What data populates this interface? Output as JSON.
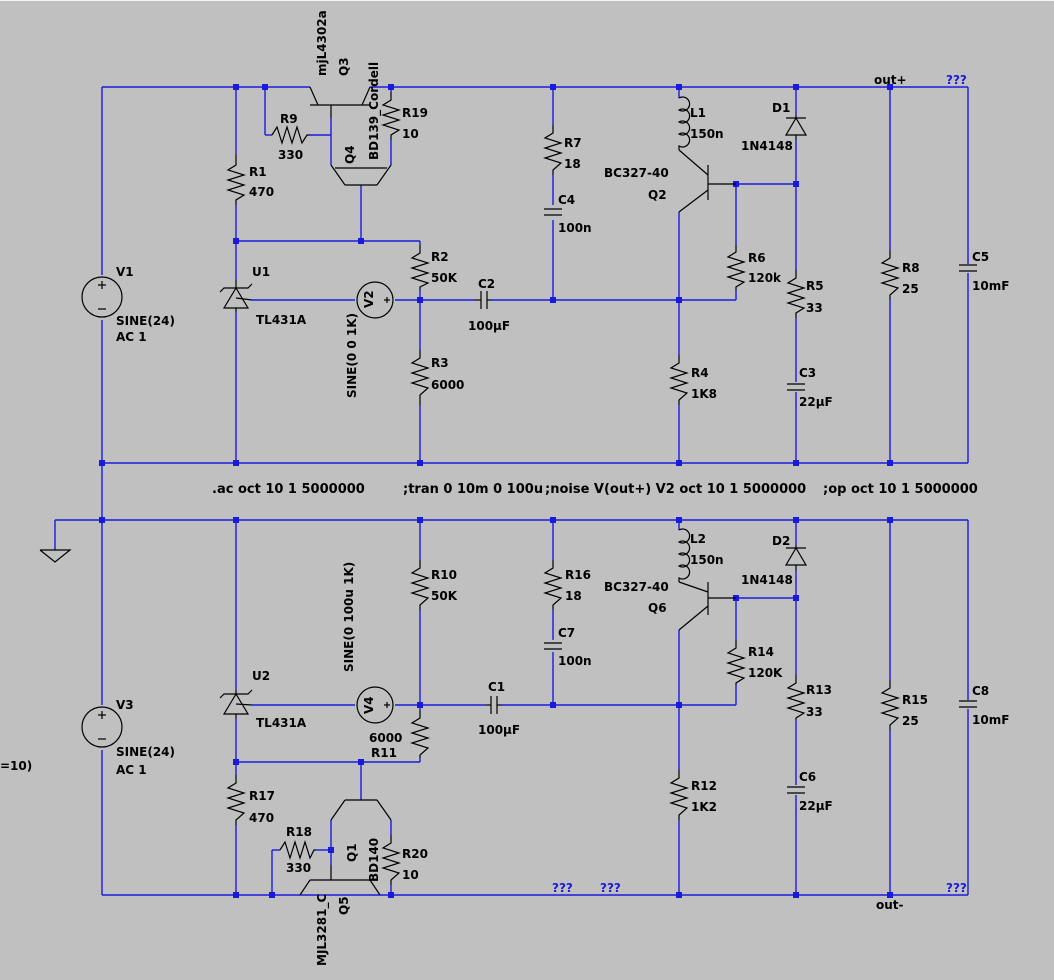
{
  "netlabels": {
    "out_plus": "out+",
    "out_minus": "out-",
    "unknown": "???"
  },
  "directives": {
    "ac": ".ac oct 10 1 5000000",
    "tran": ";tran 0 10m 0 100u",
    "noise": ";noise V(out+) V2 oct 10 1 5000000",
    "op": ";op oct 10 1 5000000",
    "cut": "=10)"
  },
  "components": {
    "V1": {
      "name": "V1",
      "value": "SINE(24)",
      "extra": "AC 1"
    },
    "V3": {
      "name": "V3",
      "value": "SINE(24)",
      "extra": "AC 1"
    },
    "V2": {
      "name": "V2",
      "value": "SINE(0 0 1K)"
    },
    "V4": {
      "name": "V4",
      "value": "SINE(0 100u 1K)"
    },
    "U1": {
      "name": "U1",
      "value": "TL431A"
    },
    "U2": {
      "name": "U2",
      "value": "TL431A"
    },
    "Q3": {
      "name": "Q3",
      "value": "mjL4302a"
    },
    "Q4": {
      "name": "Q4",
      "value": "BD139_Cordell"
    },
    "Q2": {
      "name": "Q2",
      "value": "BC327-40"
    },
    "Q6": {
      "name": "Q6",
      "value": "BC327-40"
    },
    "Q1": {
      "name": "Q1",
      "value": "BD140"
    },
    "Q5": {
      "name": "Q5",
      "value": "MJL3281_C"
    },
    "R1": {
      "name": "R1",
      "value": "470"
    },
    "R2": {
      "name": "R2",
      "value": "50K"
    },
    "R3": {
      "name": "R3",
      "value": "6000"
    },
    "R4": {
      "name": "R4",
      "value": "1K8"
    },
    "R5": {
      "name": "R5",
      "value": "33"
    },
    "R6": {
      "name": "R6",
      "value": "120k"
    },
    "R7": {
      "name": "R7",
      "value": "18"
    },
    "R8": {
      "name": "R8",
      "value": "25"
    },
    "R9": {
      "name": "R9",
      "value": "330"
    },
    "R10": {
      "name": "R10",
      "value": "50K"
    },
    "R11": {
      "name": "R11",
      "value": "6000"
    },
    "R12": {
      "name": "R12",
      "value": "1K2"
    },
    "R13": {
      "name": "R13",
      "value": "33"
    },
    "R14": {
      "name": "R14",
      "value": "120K"
    },
    "R15": {
      "name": "R15",
      "value": "25"
    },
    "R16": {
      "name": "R16",
      "value": "18"
    },
    "R17": {
      "name": "R17",
      "value": "470"
    },
    "R18": {
      "name": "R18",
      "value": "330"
    },
    "R19": {
      "name": "R19",
      "value": "10"
    },
    "R20": {
      "name": "R20",
      "value": "10"
    },
    "C1": {
      "name": "C1",
      "value": "100µF"
    },
    "C2": {
      "name": "C2",
      "value": "100µF"
    },
    "C3": {
      "name": "C3",
      "value": "22µF"
    },
    "C4": {
      "name": "C4",
      "value": "100n"
    },
    "C5": {
      "name": "C5",
      "value": "10mF"
    },
    "C6": {
      "name": "C6",
      "value": "22µF"
    },
    "C7": {
      "name": "C7",
      "value": "100n"
    },
    "C8": {
      "name": "C8",
      "value": "10mF"
    },
    "L1": {
      "name": "L1",
      "value": "150n"
    },
    "L2": {
      "name": "L2",
      "value": "150n"
    },
    "D1": {
      "name": "D1",
      "value": "1N4148"
    },
    "D2": {
      "name": "D2",
      "value": "1N4148"
    }
  },
  "colors": {
    "background": "#c0c0c0",
    "wire": "#1a1adc",
    "component": "#000000"
  }
}
